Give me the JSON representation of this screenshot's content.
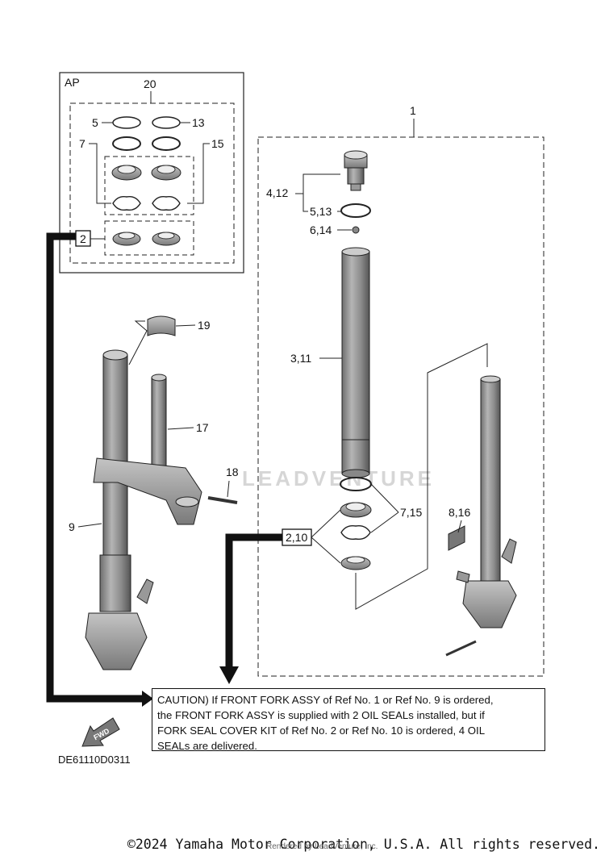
{
  "diagram": {
    "ap_label": "AP",
    "kit_callout": "20",
    "fork_callout": "1",
    "parts": {
      "p5": "5",
      "p13": "13",
      "p7": "7",
      "p15": "15",
      "p2_box": "2",
      "p4_12": "4,12",
      "p5_13": "5,13",
      "p6_14": "6,14",
      "p3_11": "3,11",
      "p7_15": "7,15",
      "p8_16": "8,16",
      "p2_10_box": "2,10",
      "p19": "19",
      "p17": "17",
      "p18": "18",
      "p9": "9"
    },
    "fwd_label": "FWD",
    "watermark": "LEADVENTURE"
  },
  "caution": {
    "line1": "CAUTION) If FRONT FORK ASSY of Ref No. 1 or Ref No. 9 is ordered,",
    "line2": "the FRONT FORK ASSY is supplied with 2 OIL SEALs installed, but if",
    "line3": "FORK SEAL COVER KIT of Ref No. 2 or Ref No. 10 is ordered, 4 OIL",
    "line4": "SEALs are delivered."
  },
  "footer": {
    "diagram_code": "DE61110D0311",
    "copyright": "©2024 Yamaha Motor Corporation, U.S.A. All rights reserved.",
    "rendered_by": "Rendered by LeadVenture, Inc."
  }
}
